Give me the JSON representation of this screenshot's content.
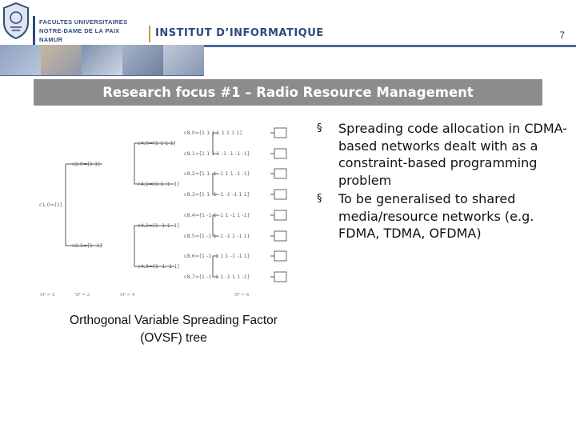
{
  "header": {
    "faculty_lines": [
      "FACULTES UNIVERSITAIRES",
      "NOTRE-DAME DE LA PAIX",
      "NAMUR"
    ],
    "institute": "INSTITUT D’INFORMATIQUE",
    "page_number": "7"
  },
  "title": "Research focus #1 – Radio Resource Management",
  "diagram": {
    "root": "c1,0=[1]",
    "level2": [
      "c2,0=[1 1]",
      "c2,1=[1 -1]"
    ],
    "level4": [
      "c4,0=[1 1 1 1]",
      "c4,1=[1 1 -1 -1]",
      "c4,2=[1 -1 1 -1]",
      "c4,3=[1 -1 -1 1]"
    ],
    "level8": [
      "c8,0=[1 1 1 1 1 1 1 1]",
      "c8,1=[1 1 1 1 -1 -1 -1 -1]",
      "c8,2=[1 1 -1 -1 1 1 -1 -1]",
      "c8,3=[1 1 -1 -1 -1 -1 1 1]",
      "c8,4=[1 -1 1 -1 1 -1 1 -1]",
      "c8,5=[1 -1 1 -1 -1 1 -1 1]",
      "c8,6=[1 -1 -1 1 1 -1 -1 1]",
      "c8,7=[1 -1 -1 1 -1 1 1 -1]"
    ],
    "sf_labels": [
      "SF = 1",
      "SF = 2",
      "SF = 4",
      "SF = 8"
    ]
  },
  "caption": "Orthogonal Variable Spreading Factor (OVSF) tree",
  "bullet_symbol": "§",
  "bullets": [
    "Spreading code allocation in CDMA-based networks dealt with as a constraint-based programming problem",
    "To be generalised to shared media/resource networks (e.g. FDMA, TDMA, OFDMA)"
  ],
  "colors": {
    "brand_blue": "#2d4b7d",
    "title_bar": "#8c8c8c",
    "gold_accent": "#c0a040"
  }
}
